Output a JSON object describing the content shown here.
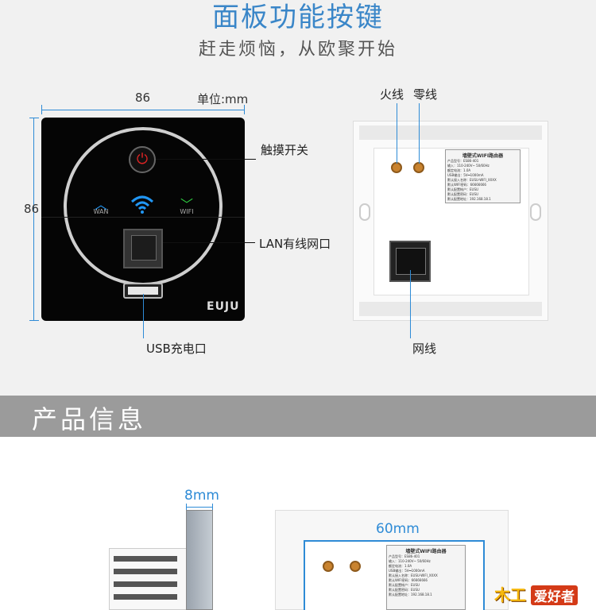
{
  "header": {
    "title": "面板功能按键",
    "subtitle": "赶走烦恼，从欧聚开始"
  },
  "dimensions": {
    "width_label": "86",
    "height_label": "86",
    "unit_label": "单位:mm"
  },
  "callouts": {
    "touch_switch": "触摸开关",
    "lan_port": "LAN有线网口",
    "usb_port": "USB充电口",
    "live_wire": "火线",
    "neutral_wire": "零线",
    "network_cable": "网线"
  },
  "panel": {
    "wan_label": "WAN",
    "wifi_label": "WIFI",
    "logo_text": "EUJU"
  },
  "back_label": {
    "title": "墙壁式WIFI路由器",
    "lines": [
      "产品型号：ES86-401",
      "输入：110-240V~ 50/60Hz",
      "额定电流：1.0A",
      "USB输出：5V⎓1000mA",
      "默认接入名称：EUSU-WIFI_XXXX",
      "默认WIFI密码：66666666",
      "默认配置帐户：EUSU",
      "默认配置密码：EUSU",
      "默认配置地址：192.168.18.1"
    ]
  },
  "section": {
    "title": "产品信息"
  },
  "bottom": {
    "depth_label": "8mm",
    "width_label": "60mm",
    "label_title": "墙壁式WIFI路由器"
  },
  "watermark": {
    "part_a": "木工",
    "part_b": "爱好者"
  },
  "colors": {
    "accent": "#2e8bd6",
    "power_red": "#e02424",
    "indicator_blue": "#2196f3",
    "indicator_green": "#2ecc40"
  }
}
